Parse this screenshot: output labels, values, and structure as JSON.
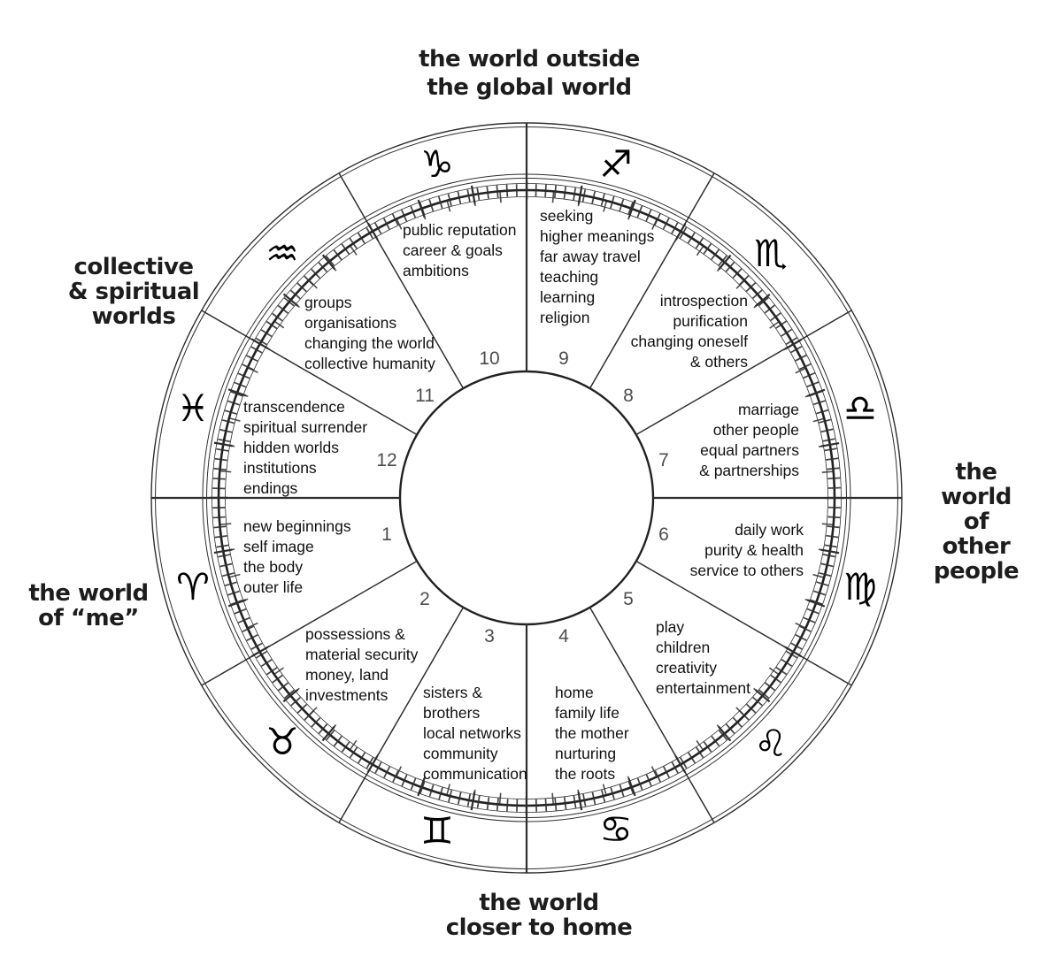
{
  "labels": {
    "top": "the world outside\nthe global world",
    "left_upper": "collective\n& spiritual\nworlds",
    "left_lower": "the world\nof “me”",
    "right": "the world\nof other\npeople",
    "bottom": "the world\ncloser to home"
  },
  "houses": [
    {
      "number": "1",
      "text": "new beginnings\nself image\nthe body\nouter life"
    },
    {
      "number": "2",
      "text": "possessions &\nmaterial security\nmoney, land\ninvestments"
    },
    {
      "number": "3",
      "text": "sisters &\nbrothers\nlocal networks\ncommunity\ncommunication"
    },
    {
      "number": "4",
      "text": "home\nfamily life\nthe mother\nnurturing\nthe roots"
    },
    {
      "number": "5",
      "text": "play\nchildren\ncreativity\nentertainment"
    },
    {
      "number": "6",
      "text": "daily work\npurity & health\nservice to others"
    },
    {
      "number": "7",
      "text": "marriage\nother people\nequal partners\n& partnerships"
    },
    {
      "number": "8",
      "text": "introspection\npurification\nchanging oneself\n& others"
    },
    {
      "number": "9",
      "text": "seeking\nhigher meanings\nfar away travel\nteaching\nlearning\nreligion"
    },
    {
      "number": "10",
      "text": "public reputation\ncareer & goals\nambitions"
    },
    {
      "number": "11",
      "text": "groups\norganisations\nchanging the world\ncollective humanity"
    },
    {
      "number": "12",
      "text": "transcendence\nspiritual surrender\nhidden worlds\ninstitutions\nendings"
    }
  ],
  "zodiac": [
    {
      "name": "aries",
      "glyph": "♈"
    },
    {
      "name": "taurus",
      "glyph": "♉"
    },
    {
      "name": "gemini",
      "glyph": "♊"
    },
    {
      "name": "cancer",
      "glyph": "♋"
    },
    {
      "name": "leo",
      "glyph": "♌"
    },
    {
      "name": "virgo",
      "glyph": "♍"
    },
    {
      "name": "libra",
      "glyph": "♎"
    },
    {
      "name": "scorpio",
      "glyph": "♏"
    },
    {
      "name": "sagittarius",
      "glyph": "♐"
    },
    {
      "name": "capricorn",
      "glyph": "♑"
    },
    {
      "name": "aquarius",
      "glyph": "♒"
    },
    {
      "name": "pisces",
      "glyph": "♓"
    }
  ],
  "colors": {
    "line": "#2e2e2e",
    "bold_ring": "#222222",
    "house_text": "#101010",
    "number_text": "#4d4d4d",
    "label_text": "#1d1d1d"
  }
}
